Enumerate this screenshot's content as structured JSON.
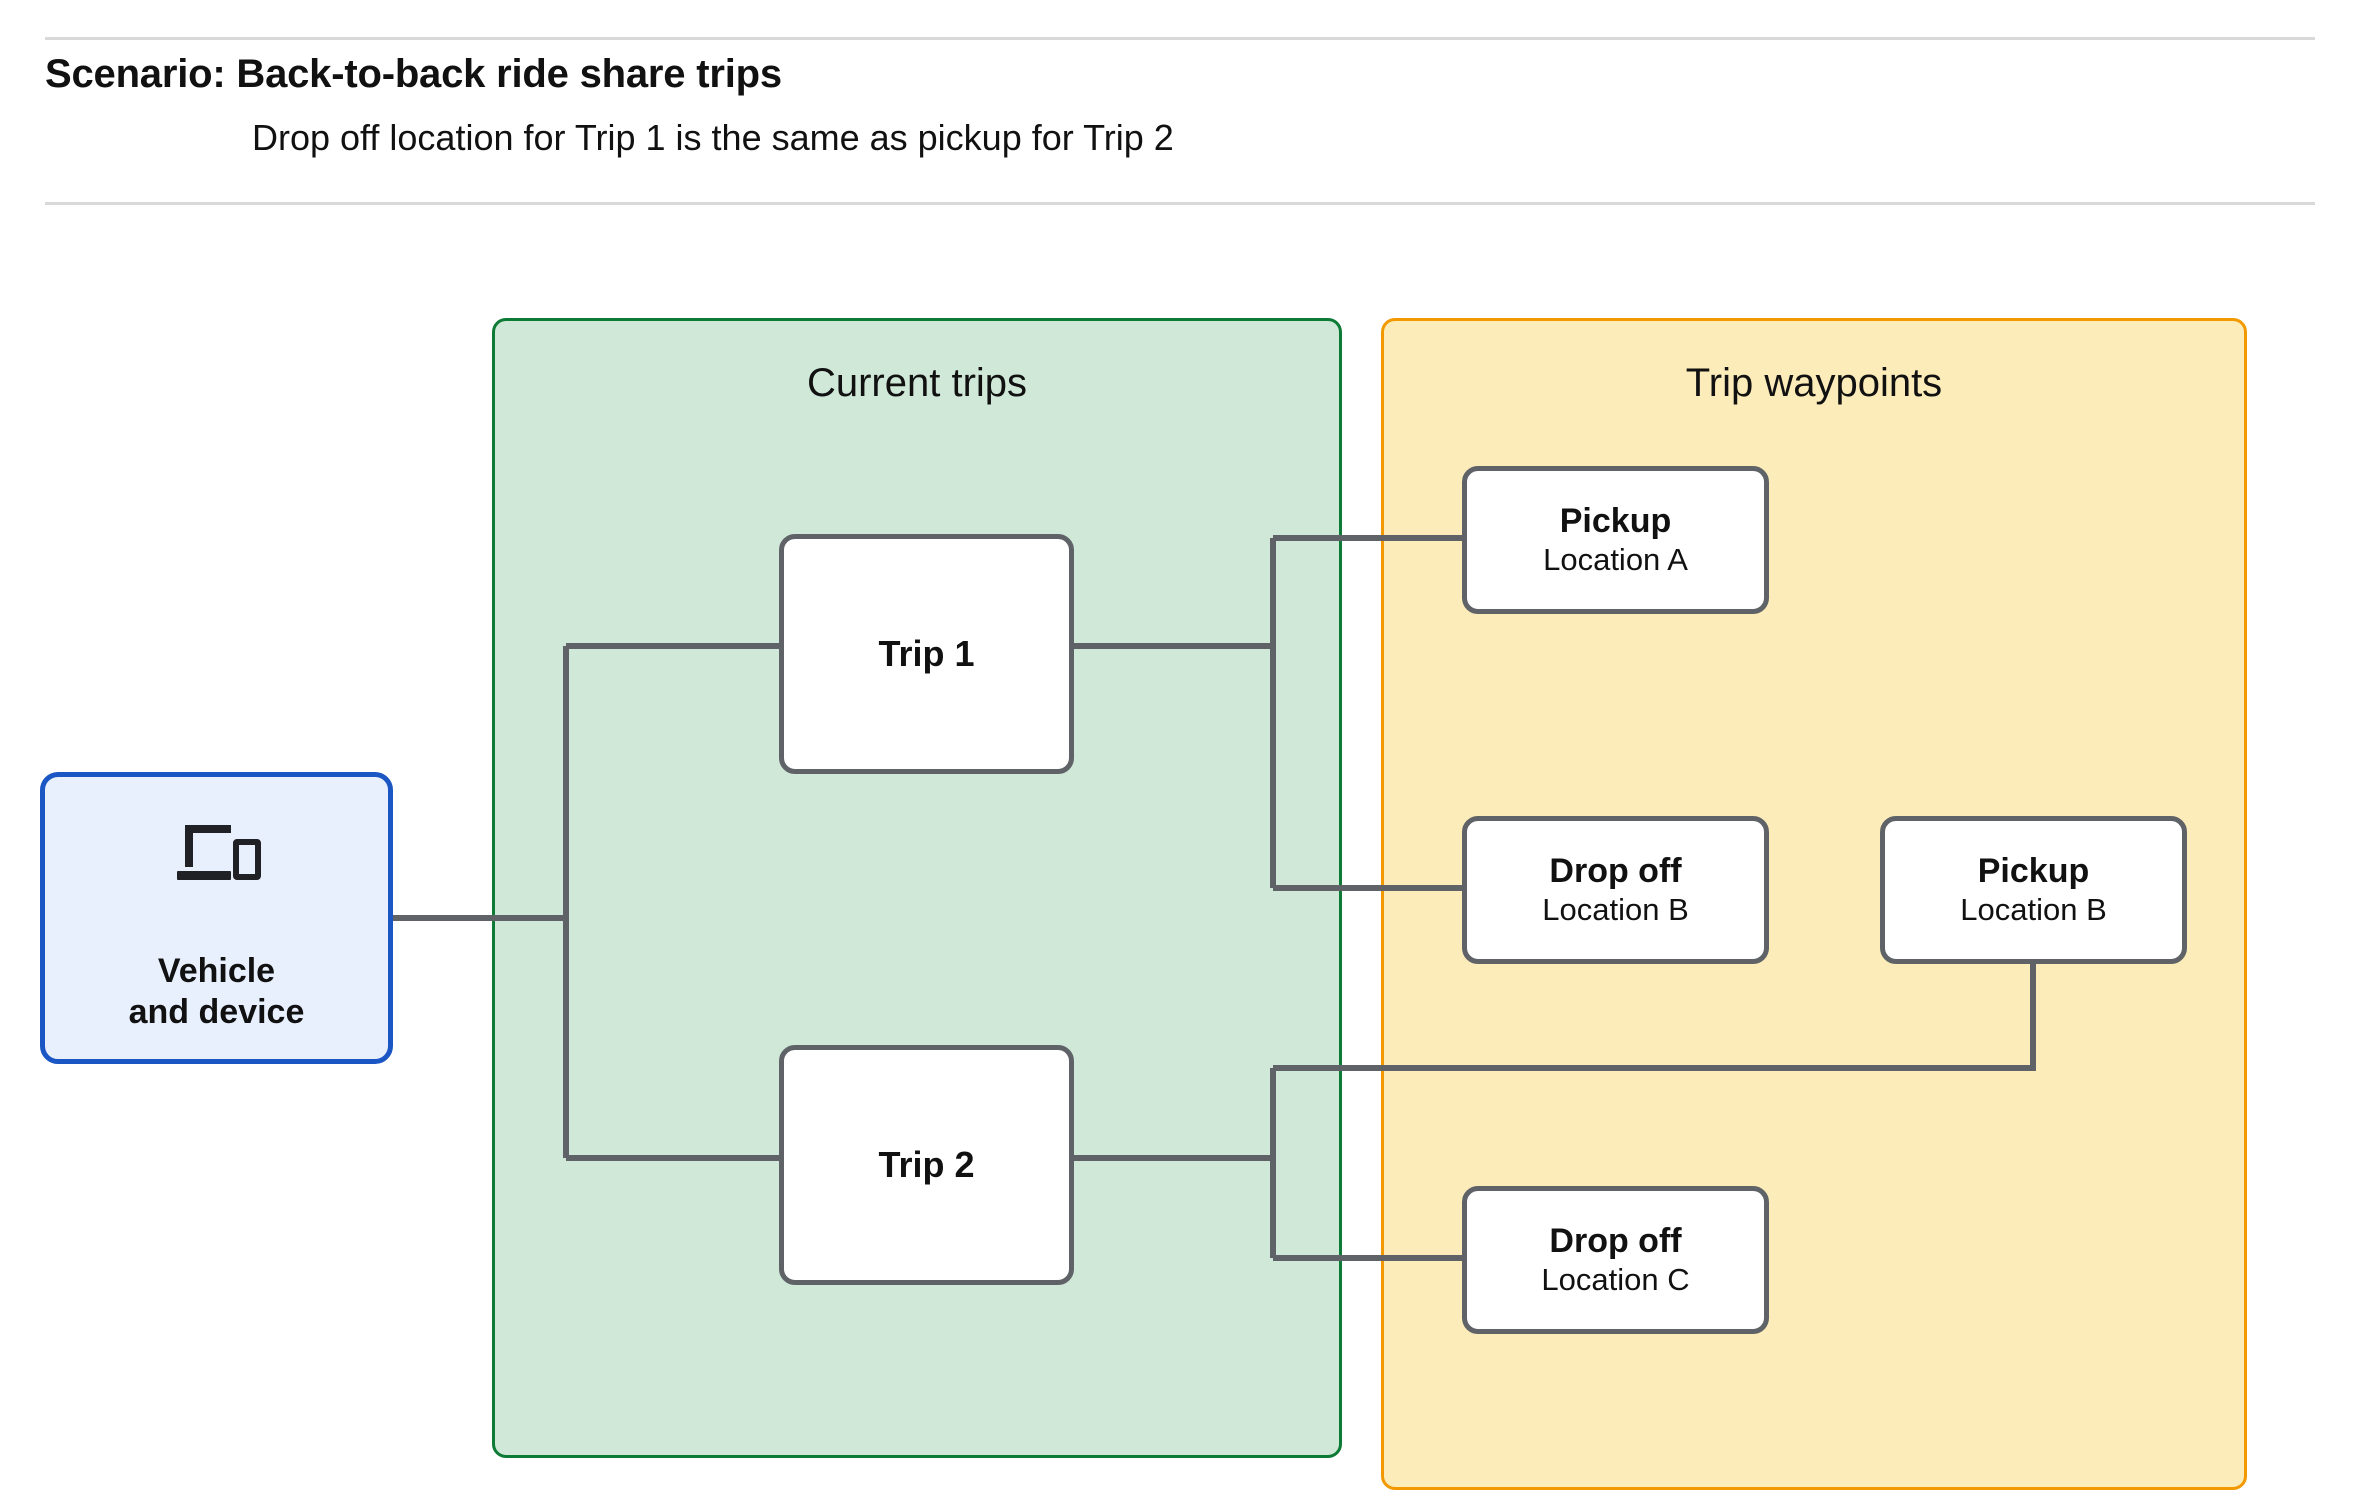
{
  "header": {
    "title": "Scenario: Back-to-back ride share trips",
    "subtitle": "Drop off  location for Trip 1 is the same as pickup for Trip 2"
  },
  "groups": {
    "current_trips": {
      "title": "Current trips",
      "fill": "#cfe8d8",
      "border": "#0d7b36"
    },
    "trip_waypoints": {
      "title": "Trip waypoints",
      "fill": "#fcecb9",
      "border": "#f29900"
    }
  },
  "vehicle": {
    "icon": "devices-icon",
    "label_line1": "Vehicle",
    "label_line2": "and device",
    "fill": "#e8f0fe",
    "border": "#1a56c4"
  },
  "trips": [
    {
      "label": "Trip 1"
    },
    {
      "label": "Trip 2"
    }
  ],
  "waypoints": [
    {
      "id": "pickup-a",
      "type": "Pickup",
      "location": "Location A"
    },
    {
      "id": "dropoff-b",
      "type": "Drop off",
      "location": "Location B"
    },
    {
      "id": "pickup-b",
      "type": "Pickup",
      "location": "Location B"
    },
    {
      "id": "dropoff-c",
      "type": "Drop off",
      "location": "Location C"
    }
  ],
  "connectors": {
    "stroke": "#5f6368",
    "edges": [
      {
        "from": "vehicle",
        "to": "trip-1"
      },
      {
        "from": "vehicle",
        "to": "trip-2"
      },
      {
        "from": "trip-1",
        "to": "pickup-a"
      },
      {
        "from": "trip-1",
        "to": "dropoff-b"
      },
      {
        "from": "trip-2",
        "to": "pickup-b"
      },
      {
        "from": "trip-2",
        "to": "dropoff-c"
      }
    ]
  }
}
